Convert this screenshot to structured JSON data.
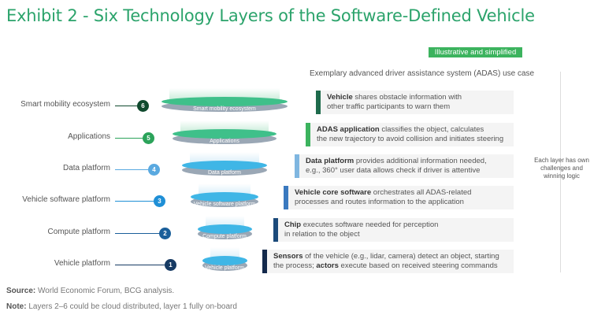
{
  "title": "Exhibit 2 - Six Technology Layers of the Software-Defined Vehicle",
  "tag": "Illustrative and simplified",
  "use_case_header": "Exemplary advanced driver assistance system (ADAS) use case",
  "side_note": "Each layer has own challenges and winning logic",
  "layers": [
    {
      "num": "6",
      "label": "Smart mobility ecosystem",
      "platform_label": "Smart mobility ecosystem",
      "color": "#0f4a2e",
      "bar": "#1e6b4c",
      "bold": "Vehicle",
      "line1": " shares obstacle information with",
      "line2": "other traffic participants to warn them"
    },
    {
      "num": "5",
      "label": "Applications",
      "platform_label": "Applications",
      "color": "#2ba35a",
      "bar": "#3cb35e",
      "bold": "ADAS application",
      "line1": " classifies the object, calculates",
      "line2": "the new trajectory to avoid collision and initiates steering"
    },
    {
      "num": "4",
      "label": "Data platform",
      "platform_label": "Data platform",
      "color": "#5aa9e0",
      "bar": "#7fb6e0",
      "bold": "Data platform",
      "line1": " provides additional information needed,",
      "line2": "e.g., 360° user data allows check if driver is attentive"
    },
    {
      "num": "3",
      "label": "Vehicle software platform",
      "platform_label": "Vehicle software platform",
      "color": "#1f8fd6",
      "bar": "#3a79bf",
      "bold": "Vehicle core software",
      "line1": " orchestrates all ADAS-related",
      "line2": "processes and routes information to the application"
    },
    {
      "num": "2",
      "label": "Compute platform",
      "platform_label": "Compute platform",
      "color": "#1a5f9a",
      "bar": "#1b4a7a",
      "bold": "Chip",
      "line1": " executes software needed for perception",
      "line2": "in relation to the object"
    },
    {
      "num": "1",
      "label": "Vehicle platform",
      "platform_label": "Vehicle platform",
      "color": "#163a63",
      "bar": "#13294b",
      "bold": "Sensors",
      "line1": " of the vehicle (e.g., lidar, camera) detect an object, starting",
      "line2_bold_prefix_pre": "the process; ",
      "line2_bold": "actors",
      "line2": " execute based on received steering commands"
    }
  ],
  "source_label": "Source:",
  "source": " World Economic Forum, BCG analysis.",
  "note_label": "Note:",
  "note": " Layers 2–6 could be cloud distributed, layer 1 fully on-board"
}
